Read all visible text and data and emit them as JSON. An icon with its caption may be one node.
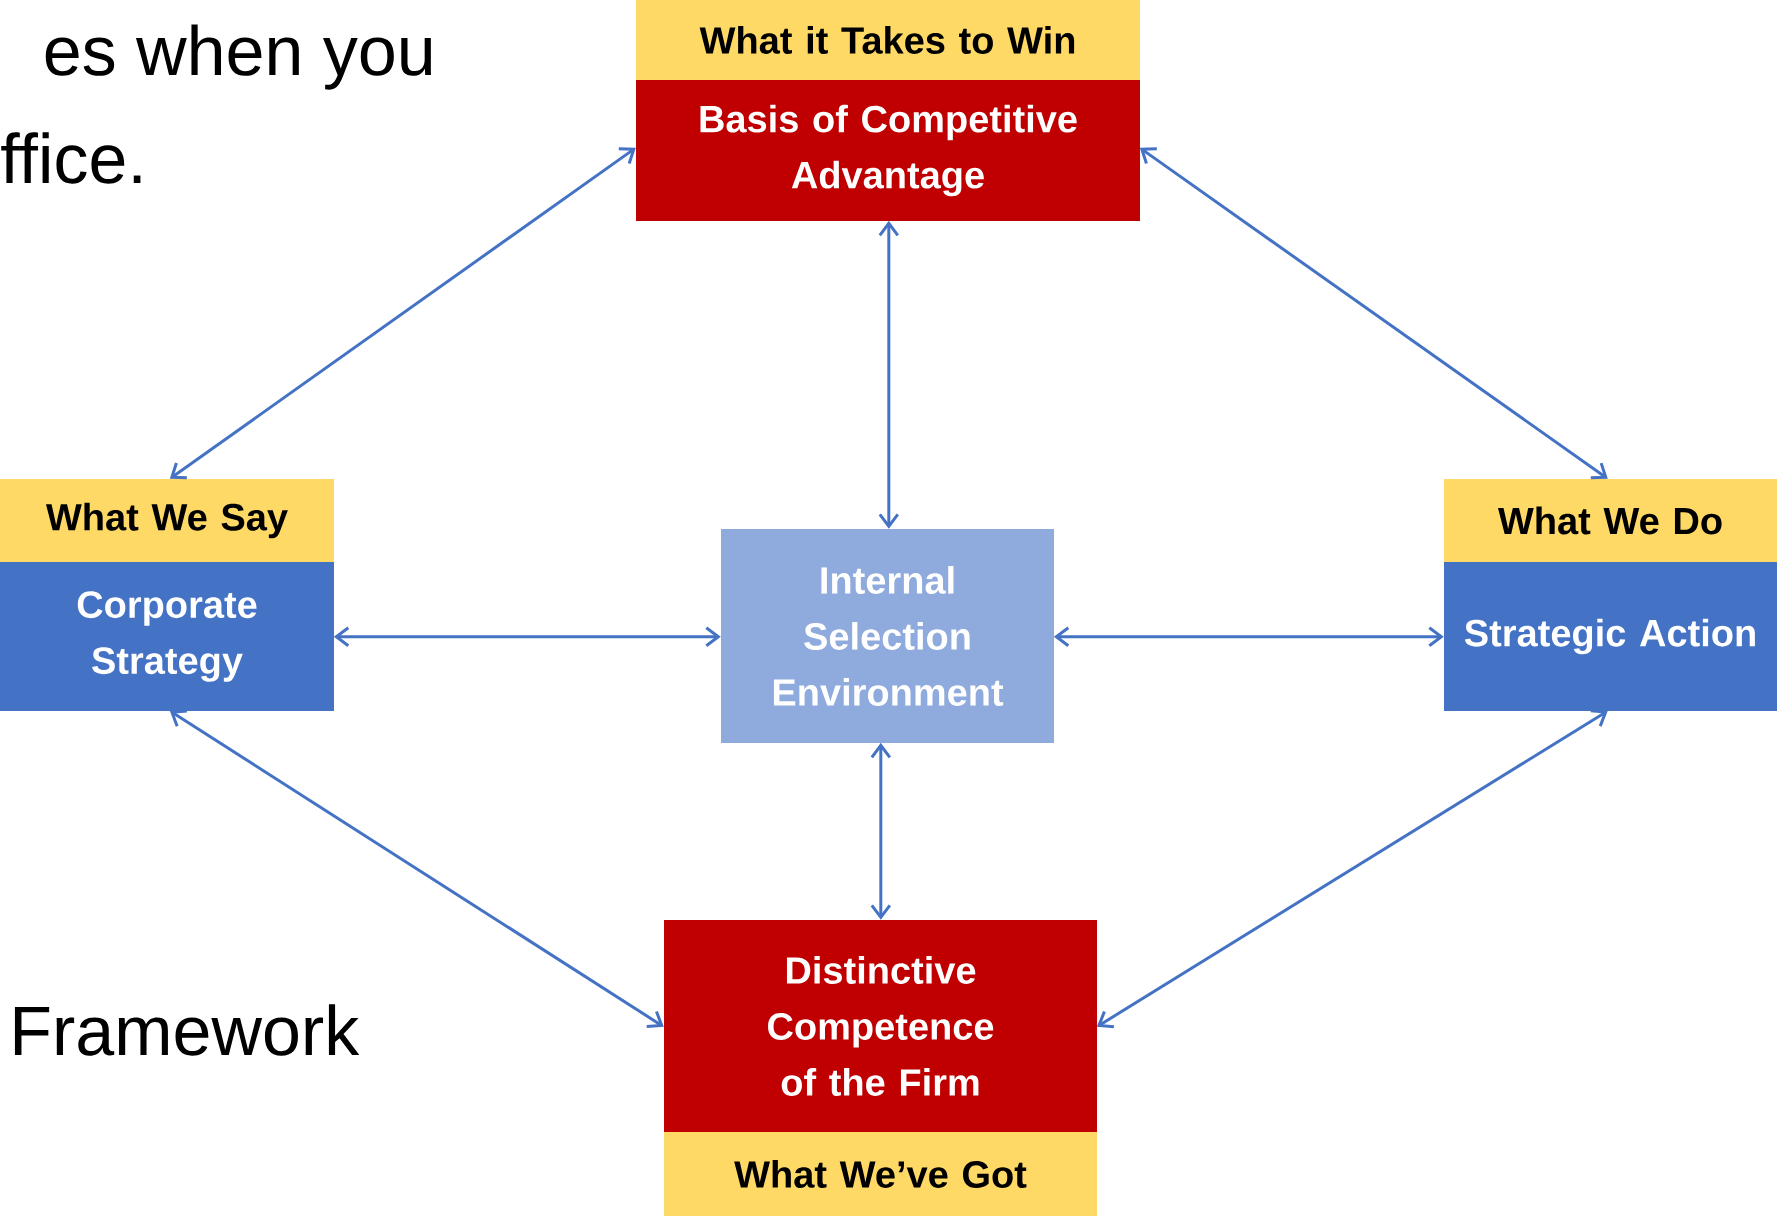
{
  "diagram": {
    "nodes": [
      {
        "text": [
          "What it Takes to Win",
          "Basis of Competitive Advantage"
        ]
      },
      {
        "text": [
          "What We Say",
          "Corporate Strategy"
        ]
      },
      {
        "text": [
          "Internal Selection Environment"
        ]
      },
      {
        "text": [
          "What We Do",
          "Strategic Action"
        ]
      },
      {
        "text": [
          "Distinctive Competence of the Firm",
          "What We’ve Got"
        ]
      }
    ],
    "edges": [
      {
        "from": 0,
        "to": 1,
        "arrow": "both"
      },
      {
        "from": 0,
        "to": 2,
        "arrow": "both"
      },
      {
        "from": 0,
        "to": 3,
        "arrow": "both"
      },
      {
        "from": 1,
        "to": 2,
        "arrow": "both"
      },
      {
        "from": 2,
        "to": 3,
        "arrow": "both"
      },
      {
        "from": 1,
        "to": 4,
        "arrow": "both"
      },
      {
        "from": 2,
        "to": 4,
        "arrow": "both"
      },
      {
        "from": 3,
        "to": 4,
        "arrow": "both"
      }
    ],
    "labels": [
      "es when you",
      "ffice.",
      "Framework"
    ]
  }
}
